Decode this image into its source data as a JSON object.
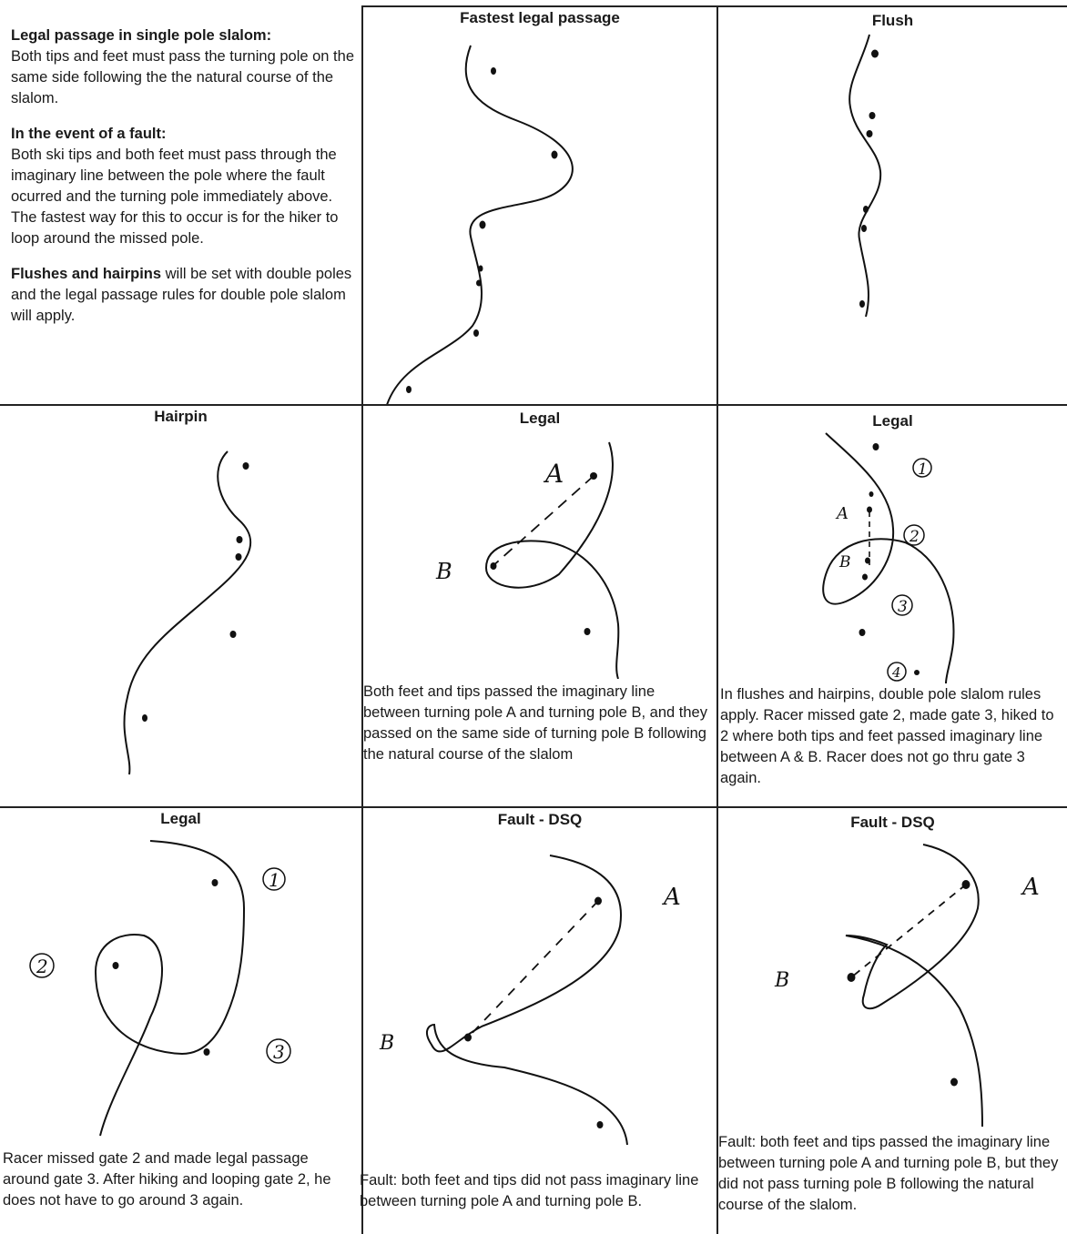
{
  "intro": {
    "heading1": "Legal passage in single pole slalom:",
    "text1": "Both tips and feet must pass the turning pole on the same side following the the natural course of the slalom.",
    "heading2": "In the event of a fault:",
    "text2": "Both ski tips and both feet must pass through the imaginary line between the pole where the fault ocurred and the turning pole immediately above. The fastest way for this to occur is for the hiker to loop around the missed pole.",
    "bold3": "Flushes and hairpins",
    "text3": " will be set with double poles and the legal passage rules for double pole slalom will apply."
  },
  "panels": {
    "fastest": {
      "title": "Fastest legal passage"
    },
    "flush": {
      "title": "Flush"
    },
    "hairpin": {
      "title": "Hairpin"
    },
    "legal1": {
      "title": "Legal",
      "caption": "Both feet and tips passed the imaginary line between turning pole A and turning pole B, and they passed on the same side of turning pole B following the natural course of the slalom",
      "label_a": "A",
      "label_b": "B"
    },
    "legal2": {
      "title": "Legal",
      "caption": "In flushes and hairpins, double pole slalom rules apply. Racer missed gate 2, made gate 3, hiked to 2 where both tips and feet passed imaginary line between A & B. Racer does not go thru gate 3 again.",
      "label_a": "A",
      "label_b": "B",
      "gate1": "1",
      "gate2": "2",
      "gate3": "3",
      "gate4": "4"
    },
    "legal3": {
      "title": "Legal",
      "caption": "Racer missed gate 2 and made legal passage around gate 3. After hiking and looping gate 2, he does not have to go around 3 again.",
      "gate1": "1",
      "gate2": "2",
      "gate3": "3"
    },
    "fault1": {
      "title": "Fault - DSQ",
      "caption": "Fault: both feet and tips did not pass imaginary line between turning pole A and turning pole B.",
      "label_a": "A",
      "label_b": "B"
    },
    "fault2": {
      "title": "Fault - DSQ",
      "caption": "Fault: both feet and tips passed the imaginary line between turning pole A and turning pole B, but they did not pass turning pole B following the natural course of the slalom.",
      "label_a": "A",
      "label_b": "B"
    }
  }
}
